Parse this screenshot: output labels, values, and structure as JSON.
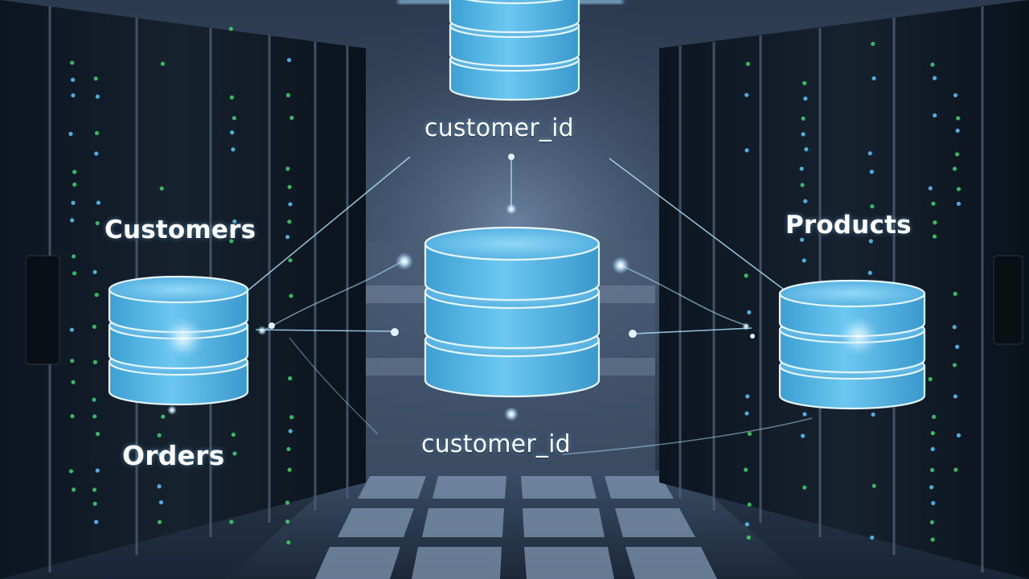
{
  "diagram": {
    "nodes": {
      "customers": "Customers",
      "products": "Products",
      "orders": "Orders"
    },
    "keys": {
      "top": "customer_id",
      "bottom": "customer_id"
    }
  },
  "colors": {
    "db_fill": "#53b6e6",
    "db_outline": "#e6f6ff",
    "glow": "#bfe9ff",
    "link": "#8fd3ff",
    "rack_led_green": "#3dd66b",
    "rack_led_blue": "#59c7ff"
  }
}
